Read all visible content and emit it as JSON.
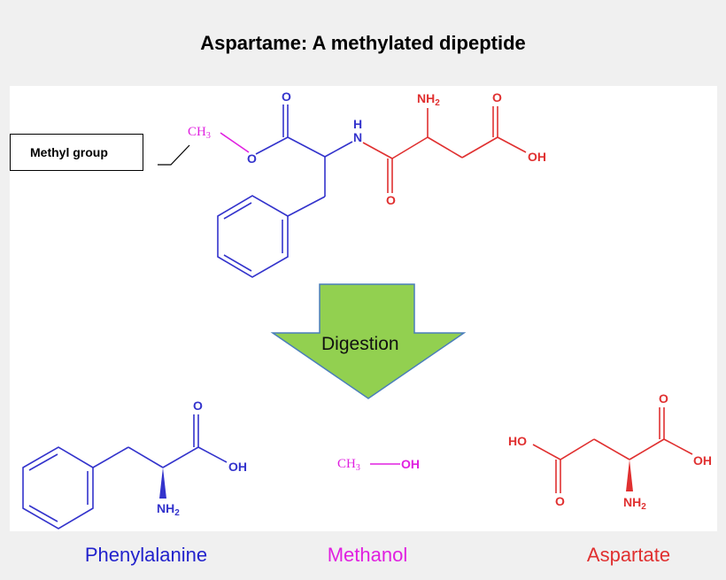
{
  "title": "Aspartame: A methylated dipeptide",
  "callout": {
    "label": "Methyl group"
  },
  "arrow": {
    "label": "Digestion",
    "fill": "#92d050",
    "stroke": "#4a7ebb"
  },
  "colors": {
    "blue": "#3333cc",
    "red": "#e03030",
    "magenta": "#e020e0"
  },
  "atoms": {
    "o": "O",
    "n": "N",
    "h": "H",
    "nh2": "NH",
    "sub2": "2",
    "oh": "OH",
    "ho": "HO",
    "ch": "CH",
    "sub3": "3"
  },
  "captions": {
    "phenylalanine": "Phenylalanine",
    "methanol": "Methanol",
    "aspartate": "Aspartate"
  }
}
